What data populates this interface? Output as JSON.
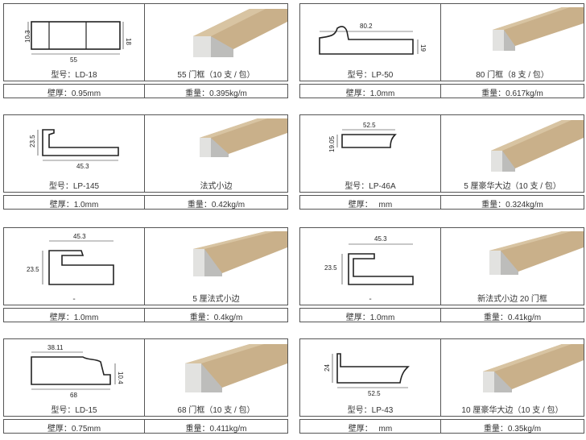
{
  "cards": [
    {
      "model": "型号：LD-18",
      "name": "55 门框（10 支 / 包）",
      "wall": "壁厚：0.95mm",
      "weight": "重量：0.395kg/m",
      "dims": [
        "10.3",
        "18",
        "55"
      ]
    },
    {
      "model": "型号：LP-50",
      "name": "80 门框（8 支 / 包）",
      "wall": "壁厚：1.0mm",
      "weight": "重量：0.617kg/m",
      "dims": [
        "80.2",
        "19"
      ]
    },
    {
      "model": "型号：LP-145",
      "name": "法式小边",
      "wall": "壁厚：1.0mm",
      "weight": "重量：0.42kg/m",
      "dims": [
        "23.5",
        "45.3"
      ]
    },
    {
      "model": "型号：LP-46A",
      "name": "5 厘豪华大边（10 支 / 包）",
      "wall": "壁厚：　 mm",
      "weight": "重量：0.324kg/m",
      "dims": [
        "52.5",
        "19.05"
      ]
    },
    {
      "model": "-",
      "name": "5 厘法式小边",
      "wall": "壁厚：1.0mm",
      "weight": "重量：0.4kg/m",
      "dims": [
        "45.3",
        "23.5"
      ]
    },
    {
      "model": "-",
      "name": "新法式小边 20 门框",
      "wall": "壁厚：1.0mm",
      "weight": "重量：0.41kg/m",
      "dims": [
        "45.3",
        "23.5"
      ]
    },
    {
      "model": "型号：LD-15",
      "name": "68 门框（10 支 / 包）",
      "wall": "壁厚：0.75mm",
      "weight": "重量：0.411kg/m",
      "dims": [
        "38.11",
        "10.4",
        "68"
      ]
    },
    {
      "model": "型号：LP-43",
      "name": "10 厘豪华大边（10 支 / 包）",
      "wall": "壁厚：　 mm",
      "weight": "重量：0.35kg/m",
      "dims": [
        "24",
        "52.5"
      ]
    }
  ],
  "colors": {
    "wood_light": "#d8c4a2",
    "wood_mid": "#c9b08a",
    "wood_dark": "#b89b73",
    "metal": "#e2e2e0",
    "metal_dark": "#bdbdbb"
  }
}
